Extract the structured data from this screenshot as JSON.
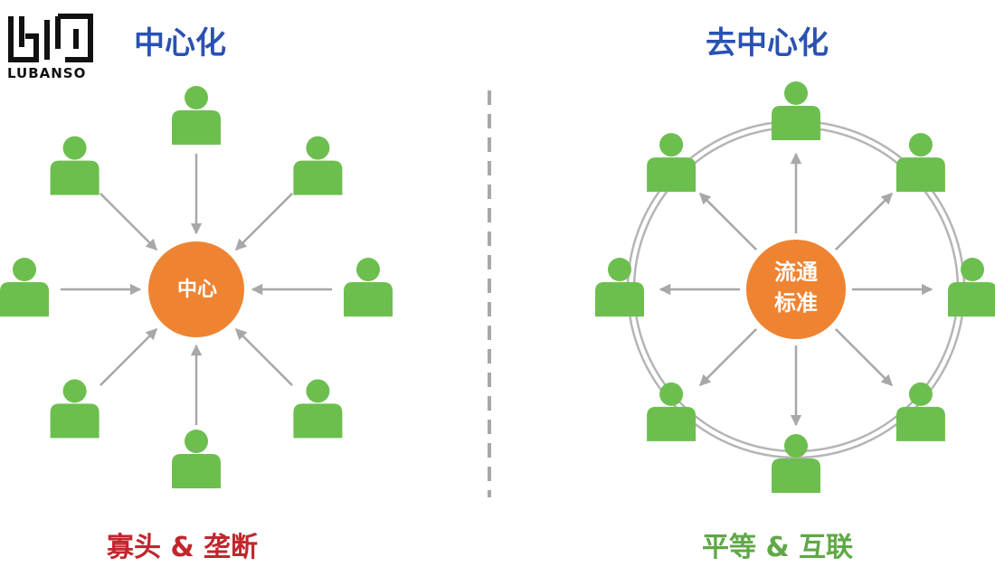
{
  "logo": {
    "text": "LUBANSO",
    "icon": "lubanso-logo-icon"
  },
  "left": {
    "title": "中心化",
    "hub": "中心",
    "caption": "寡头 & 垄断",
    "person_icon": "person-icon"
  },
  "right": {
    "title": "去中心化",
    "hub_line1": "流通",
    "hub_line2": "标准",
    "caption": "平等 & 互联",
    "person_icon": "person-icon"
  },
  "colors": {
    "person": "#6cbf4f",
    "hub": "#ee8432",
    "arrow": "#a8a8a8",
    "title": "#2a52b3",
    "caption_left": "#c0272d",
    "caption_right": "#5fa847"
  }
}
